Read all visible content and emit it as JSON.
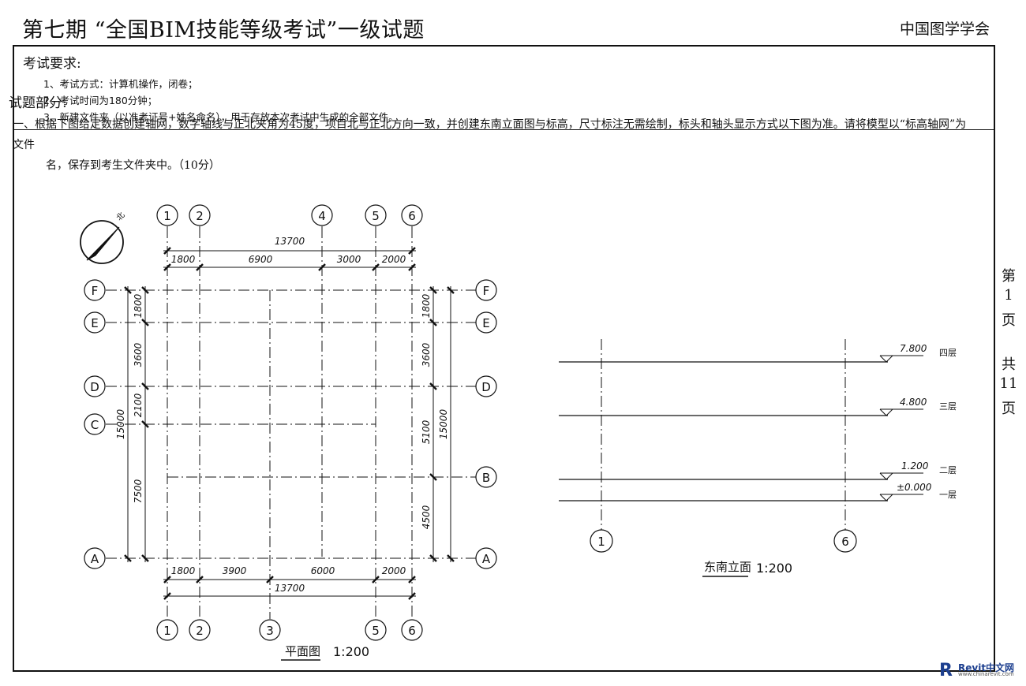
{
  "header": {
    "title": "第七期 “全国BIM技能等级考试”一级试题",
    "org": "中国图学学会"
  },
  "requirements": {
    "title": "考试要求:",
    "items": [
      "1、考试方式：计算机操作，闭卷；",
      "2、考试时间为180分钟；",
      "3、新建文件夹（以准考证号+姓名命名），用于存放本次考试中生成的全部文件。"
    ]
  },
  "question": {
    "section_title": "试题部分:",
    "line1": "一、根据下图给定数据创建轴网，数字轴线与正北夹角为45度，项目北与正北方向一致，并创建东南立面图与标高，尺寸标注无需绘制，标头和轴头显示方式以下图为准。请将模型以“标高轴网”为文件",
    "line2": "名，保存到考生文件夹中。（10分）"
  },
  "page_info": {
    "chars": [
      "第",
      "1",
      "页",
      "共",
      "11",
      "页"
    ]
  },
  "plan": {
    "caption": "平面图",
    "scale": "1:200",
    "north_label": "北",
    "top_axes": [
      "1",
      "2",
      "4",
      "5",
      "6"
    ],
    "bottom_axes": [
      "1",
      "2",
      "3",
      "5",
      "6"
    ],
    "top_total": "13700",
    "top_dims": [
      "1800",
      "6900",
      "3000",
      "2000"
    ],
    "bottom_dims": [
      "1800",
      "3900",
      "6000",
      "2000"
    ],
    "bottom_total": "13700",
    "left_axes": [
      "F",
      "E",
      "D",
      "C",
      "A"
    ],
    "right_axes": [
      "F",
      "E",
      "D",
      "B",
      "A"
    ],
    "left_dims": [
      "1800",
      "3600",
      "2100",
      "7500"
    ],
    "left_total": "15000",
    "right_dims": [
      "1800",
      "3600",
      "5100",
      "4500"
    ],
    "right_total": "15000"
  },
  "elevation": {
    "caption": "东南立面",
    "scale": "1:200",
    "axes": [
      "1",
      "6"
    ],
    "levels": [
      {
        "value": "7.800",
        "name": "四层"
      },
      {
        "value": "4.800",
        "name": "三层"
      },
      {
        "value": "1.200",
        "name": "二层"
      },
      {
        "value": "±0.000",
        "name": "一层"
      }
    ]
  },
  "watermark": {
    "brand": "Revit中文网",
    "url": "www.chinarevit.com"
  }
}
